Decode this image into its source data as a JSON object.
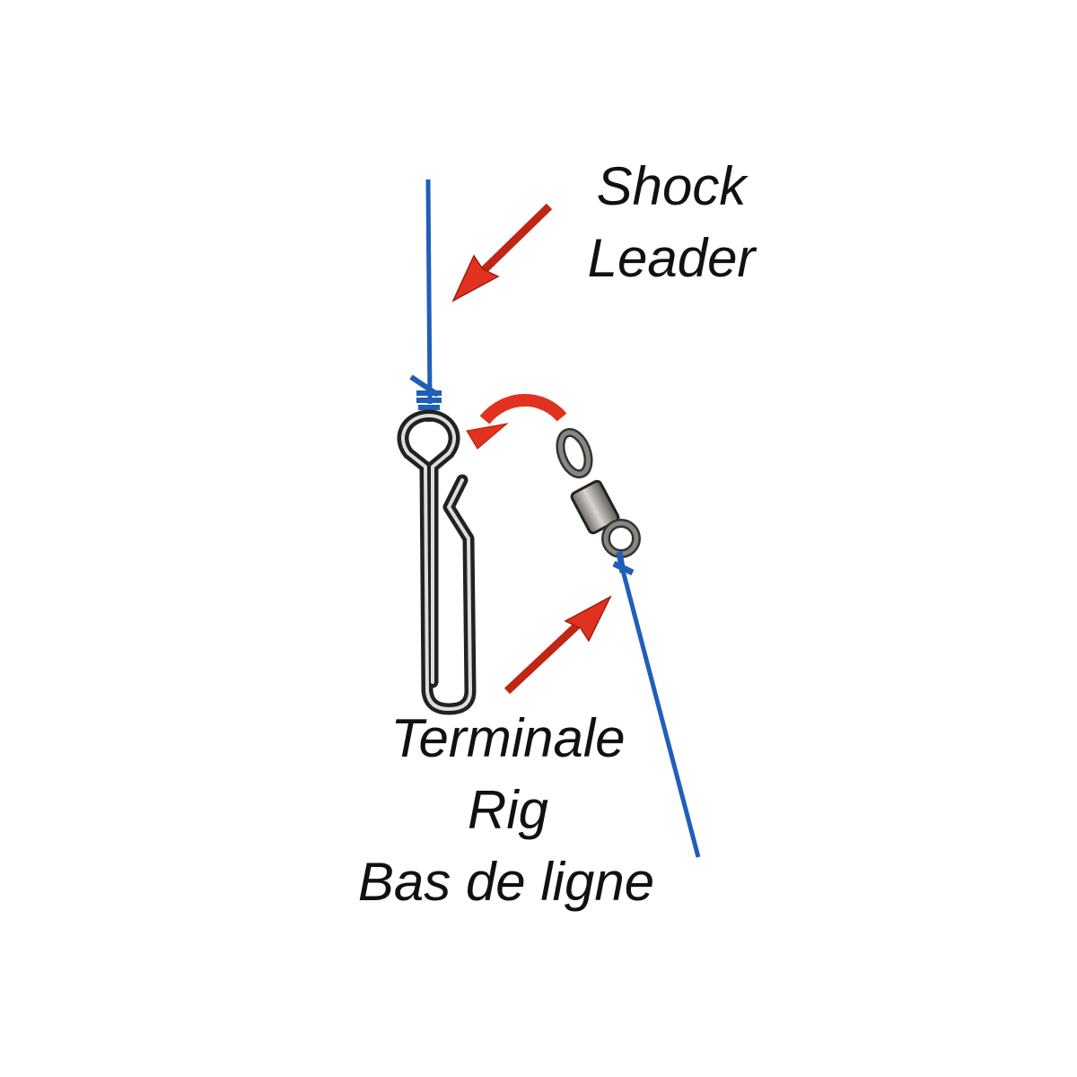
{
  "labels": {
    "shock": "Shock",
    "leader": "Leader",
    "terminale": "Terminale",
    "rig": "Rig",
    "bas_de_ligne": "Bas de ligne"
  },
  "colors": {
    "line": "#1f5fb8",
    "arrow": "#e0321f",
    "metal": "#2a2a2a",
    "swivel": "#8a8680"
  }
}
